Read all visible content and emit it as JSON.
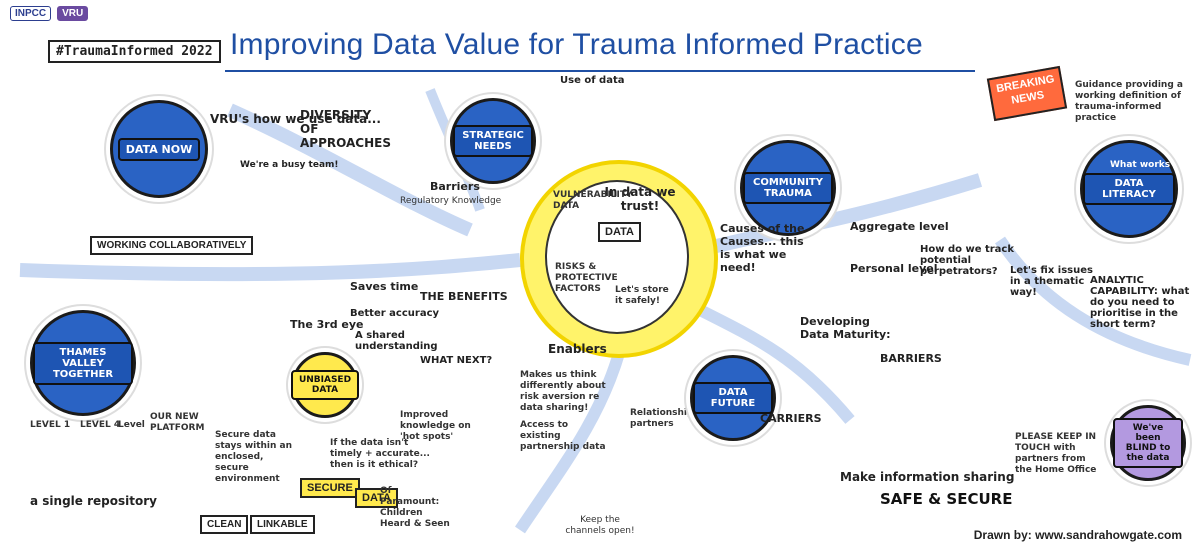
{
  "header": {
    "logos": [
      "INPCC",
      "VRU"
    ],
    "hashtag": "#TraumaInformed 2022",
    "title": "Improving Data Value for Trauma Informed Practice"
  },
  "sections": {
    "data_now": "DATA NOW",
    "strategic_needs": "STRATEGIC NEEDS",
    "community_trauma": "COMMUNITY TRAUMA",
    "data_literacy": "DATA LITERACY",
    "thames_valley": "THAMES VALLEY TOGETHER",
    "unbiased_data": "UNBIASED DATA",
    "data_future": "DATA FUTURE"
  },
  "center": {
    "in_data_we_trust": "In data we trust!",
    "vulnerability": "VULNERABILITY DATA",
    "risks": "RISKS & PROTECTIVE FACTORS",
    "data": "DATA",
    "lets_store": "Let's store it safely!"
  },
  "labels": {
    "working_collaboratively": "WORKING COLLABORATIVELY",
    "diversity": "DIVERSITY OF APPROACHES",
    "barriers_top": "Barriers",
    "the_benefits": "THE BENEFITS",
    "saves_time": "Saves time",
    "better_accuracy": "Better accuracy",
    "shared_understanding": "A shared understanding",
    "enablers": "Enablers",
    "relationship_partners": "Relationship partners",
    "access_partnership": "Access to existing partnership data",
    "causes": "Causes of the Causes... this is what we need!",
    "aggregate": "Aggregate level",
    "personal": "Personal level",
    "track": "How do we track potential perpetrators?",
    "analytic": "ANALYTIC CAPABILITY: what do you need to prioritise in the short term?",
    "lets_fix": "Let's fix issues in a thematic way!",
    "developing": "Developing Data Maturity:",
    "barriers_right": "BARRIERS",
    "carriers": "CARRIERS",
    "make_info": "Make information sharing",
    "safe_secure": "SAFE & SECURE",
    "breaking_news": "BREAKING NEWS",
    "guidance": "Guidance providing a working definition of trauma-informed practice",
    "what_works": "What works",
    "blind": "We've been BLIND to the data",
    "please_keep": "PLEASE KEEP IN TOUCH with partners from the Home Office",
    "secure_data": "Secure data stays within an enclosed, secure environment",
    "clean": "CLEAN",
    "linkable": "LINKABLE",
    "secure": "SECURE",
    "data_word": "DATA",
    "single_repo": "a single repository",
    "level1": "LEVEL 1",
    "level4": "LEVEL 4",
    "level": "Level",
    "our_new_platform": "OUR NEW PLATFORM",
    "ethical": "If the data isn't timely + accurate... then is it ethical?",
    "third_eye": "The 3rd eye",
    "what_next": "WHAT NEXT?",
    "paramount": "Of Paramount: Children Heard & Seen",
    "improved_knowledge": "Improved knowledge on 'hot spots'",
    "make_us_think": "Makes us think differently about risk aversion re data sharing!",
    "keep_channels": "Keep the channels open!",
    "we_are_busy": "We're a busy team!",
    "vru_how": "VRU's how we use data...",
    "use_of_data": "Use of data",
    "reg_knowledge": "Regulatory Knowledge"
  },
  "credit": "Drawn by: www.sandrahowgate.com"
}
